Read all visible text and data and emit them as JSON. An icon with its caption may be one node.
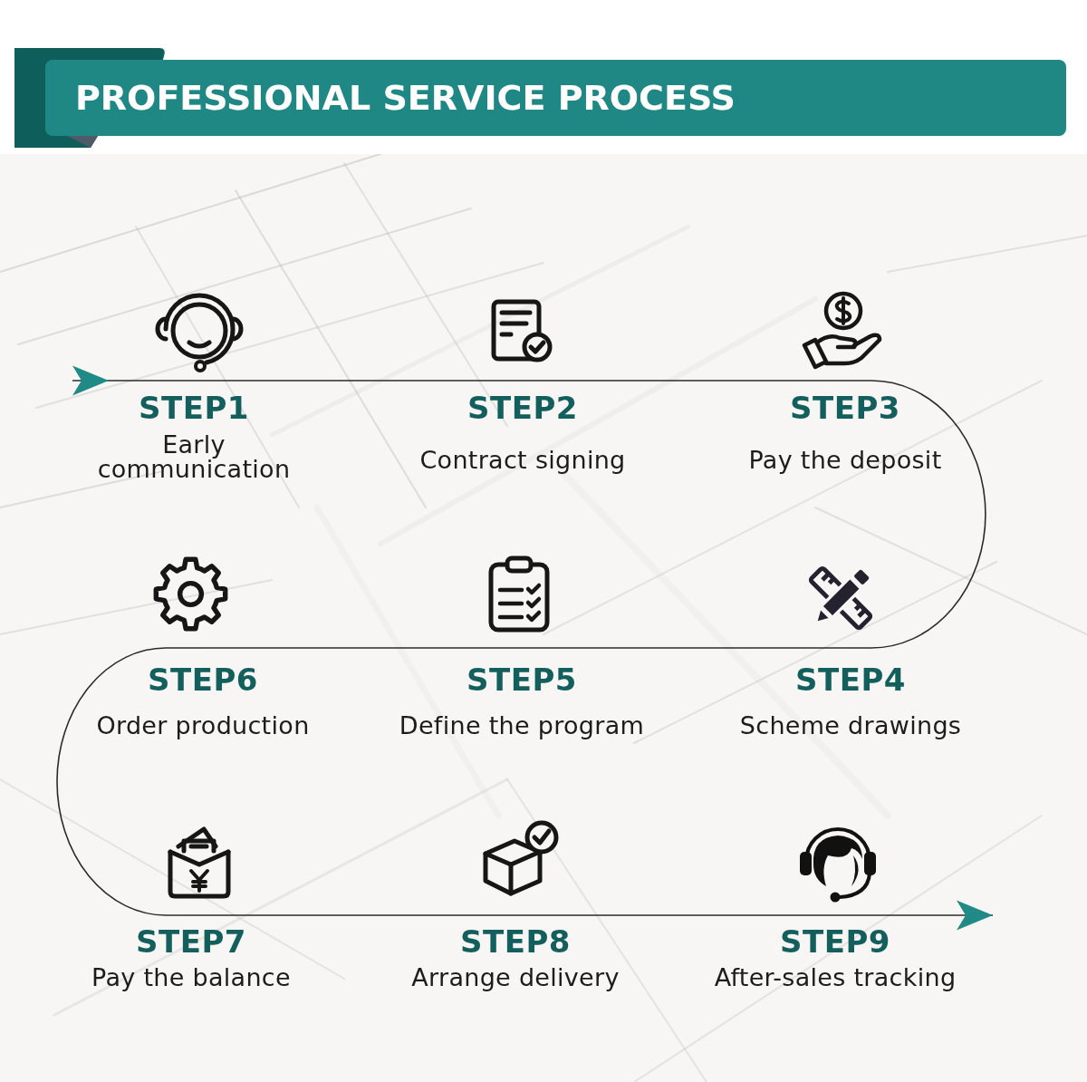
{
  "diagram": {
    "title": "PROFESSIONAL SERVICE PROCESS",
    "nodes": [
      {
        "text": [
          "STEP1",
          "Early communication"
        ]
      },
      {
        "text": [
          "STEP2",
          "Contract signing"
        ]
      },
      {
        "text": [
          "STEP3",
          "Pay the deposit"
        ]
      },
      {
        "text": [
          "STEP4",
          "Scheme drawings"
        ]
      },
      {
        "text": [
          "STEP5",
          "Define the program"
        ]
      },
      {
        "text": [
          "STEP6",
          "Order production"
        ]
      },
      {
        "text": [
          "STEP7",
          "Pay the balance"
        ]
      },
      {
        "text": [
          "STEP8",
          "Arrange delivery"
        ]
      },
      {
        "text": [
          "STEP9",
          "After-sales tracking"
        ]
      }
    ],
    "edges": [
      {
        "from": null,
        "to": 0,
        "arrow": "to"
      },
      {
        "from": 0,
        "to": 1,
        "arrow": "none"
      },
      {
        "from": 1,
        "to": 2,
        "arrow": "none"
      },
      {
        "from": 2,
        "to": 3,
        "arrow": "none"
      },
      {
        "from": 3,
        "to": 4,
        "arrow": "none"
      },
      {
        "from": 4,
        "to": 5,
        "arrow": "none"
      },
      {
        "from": 5,
        "to": 6,
        "arrow": "none"
      },
      {
        "from": 6,
        "to": 7,
        "arrow": "none"
      },
      {
        "from": 7,
        "to": 8,
        "arrow": "none"
      },
      {
        "from": 8,
        "to": null,
        "arrow": "to"
      }
    ]
  }
}
